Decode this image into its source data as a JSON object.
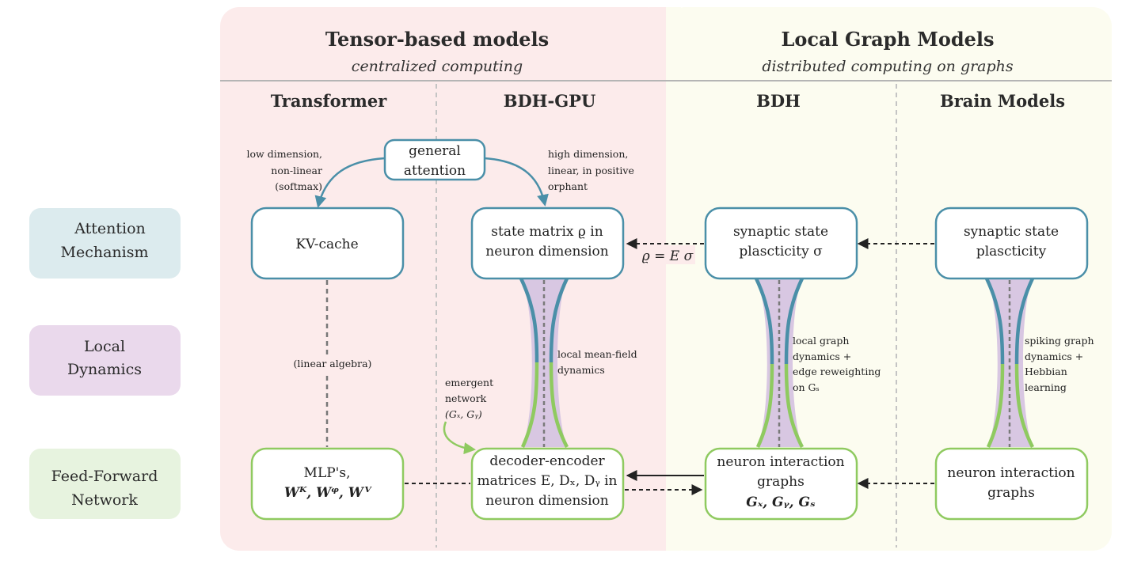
{
  "sections": {
    "tensor": {
      "title": "Tensor-based models",
      "subtitle": "centralized computing"
    },
    "graph": {
      "title": "Local Graph Models",
      "subtitle": "distributed computing on graphs"
    }
  },
  "columns": {
    "transformer": "Transformer",
    "bdh_gpu": "BDH-GPU",
    "bdh": "BDH",
    "brain": "Brain Models"
  },
  "rows": {
    "attention": [
      "Attention",
      "Mechanism"
    ],
    "local": [
      "Local",
      "Dynamics"
    ],
    "ffn": [
      "Feed-Forward",
      "Network"
    ]
  },
  "general_attention": [
    "general",
    "attention"
  ],
  "annotations": {
    "low_dim": [
      "low dimension,",
      "non-linear",
      "(softmax)"
    ],
    "high_dim": [
      "high dimension,",
      "linear, in positive",
      "orphant"
    ],
    "linear_algebra": "(linear  algebra)",
    "mean_field": [
      "local mean-field",
      "dynamics"
    ],
    "emergent": [
      "emergent",
      "network"
    ],
    "emergent_sym": "(Gₓ, Gᵧ)",
    "local_graph": [
      "local graph",
      "dynamics +",
      "edge reweighting",
      "on Gₛ"
    ],
    "spiking": [
      "spiking graph",
      "dynamics +",
      "Hebbian",
      "learning"
    ],
    "rho_eq": "ϱ = E σ"
  },
  "boxes": {
    "kv_cache": [
      "KV-cache"
    ],
    "state_matrix": [
      "state matrix ϱ in",
      "neuron dimension"
    ],
    "synaptic_bdh": [
      "synaptic state",
      "plascticity  σ"
    ],
    "synaptic_brain": [
      "synaptic state",
      "plascticity"
    ],
    "mlp": [
      "MLP's,",
      "Wᴷ,  Wᵠ,  Wⱽ"
    ],
    "decoder_encoder": [
      "decoder-encoder",
      "matrices E, Dₓ, Dᵧ in",
      "neuron dimension"
    ],
    "neuron_graphs_bdh": [
      "neuron interaction",
      "graphs",
      "Gₓ,  Gᵧ,  Gₛ"
    ],
    "neuron_graphs_brain": [
      "neuron interaction",
      "graphs"
    ]
  },
  "colors": {
    "tensor_bg": "#fcebeb",
    "graph_bg": "#fcfcf0",
    "attention_row": "#dcebee",
    "local_row": "#ead9ec",
    "ffn_row": "#e7f3df",
    "blue_border": "#4a8fa8",
    "green_border": "#8fca60",
    "purple_fill": "#d8c7e2"
  }
}
